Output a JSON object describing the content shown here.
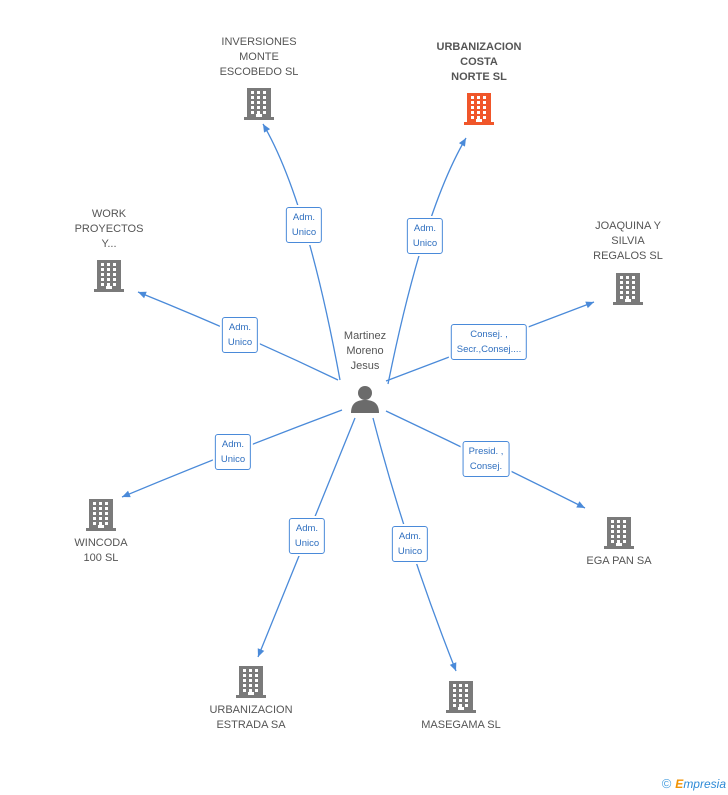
{
  "center": {
    "name": "Martinez\nMoreno\nJesus"
  },
  "companies": [
    {
      "id": "inversiones",
      "name": "INVERSIONES\nMONTE\nESCOBEDO SL",
      "highlight": false
    },
    {
      "id": "urbanizacion_costa",
      "name": "URBANIZACION\nCOSTA\nNORTE SL",
      "highlight": true
    },
    {
      "id": "work",
      "name": "WORK\nPROYECTOS\nY...",
      "highlight": false
    },
    {
      "id": "joaquina",
      "name": "JOAQUINA Y\nSILVIA\nREGALOS SL",
      "highlight": false
    },
    {
      "id": "wincoda",
      "name": "WINCODA\n100 SL",
      "highlight": false
    },
    {
      "id": "egapan",
      "name": "EGA PAN SA",
      "highlight": false
    },
    {
      "id": "estrada",
      "name": "URBANIZACION\nESTRADA SA",
      "highlight": false
    },
    {
      "id": "masegama",
      "name": "MASEGAMA SL",
      "highlight": false
    }
  ],
  "relations": [
    {
      "to": "inversiones",
      "role": "Adm.\nUnico"
    },
    {
      "to": "urbanizacion_costa",
      "role": "Adm.\nUnico"
    },
    {
      "to": "work",
      "role": "Adm.\nUnico"
    },
    {
      "to": "joaquina",
      "role": "Consej. ,\nSecr.,Consej...."
    },
    {
      "to": "wincoda",
      "role": "Adm.\nUnico"
    },
    {
      "to": "egapan",
      "role": "Presid. ,\nConsej."
    },
    {
      "to": "estrada",
      "role": "Adm.\nUnico"
    },
    {
      "to": "masegama",
      "role": "Adm.\nUnico"
    }
  ],
  "colors": {
    "edge": "#4a8ad9",
    "building": "#7a7a7a",
    "building_highlight": "#f0562a",
    "person": "#6b6b6b"
  },
  "footer": {
    "copyright": "©",
    "brand_first": "E",
    "brand_rest": "mpresia"
  }
}
